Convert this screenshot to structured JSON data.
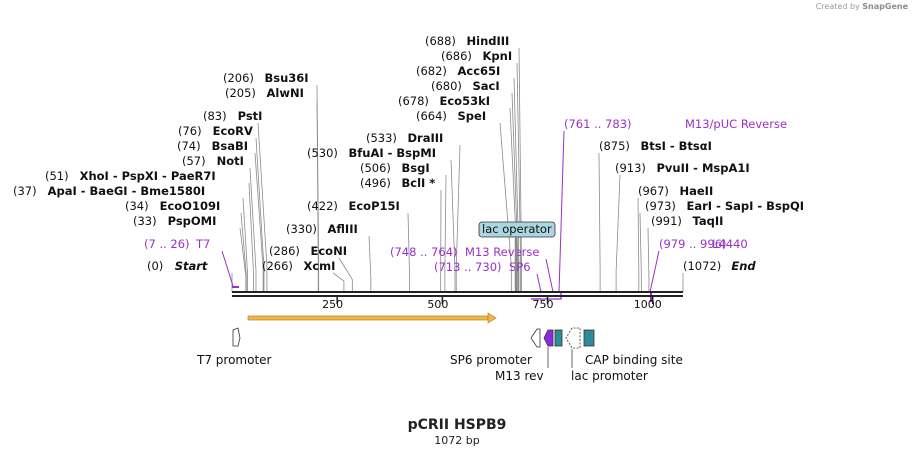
{
  "credit": {
    "text": "Created by",
    "brand": "SnapGene"
  },
  "plasmid": {
    "name": "pCRII HSPB9",
    "length_label": "1072 bp",
    "length_bp": 1072
  },
  "ruler": {
    "ticks": [
      "250",
      "500",
      "750",
      "1000"
    ]
  },
  "sites": [
    {
      "pos": "(688)",
      "name": "HindIII",
      "bp": 688
    },
    {
      "pos": "(686)",
      "name": "KpnI",
      "bp": 686
    },
    {
      "pos": "(682)",
      "name": "Acc65I",
      "bp": 682
    },
    {
      "pos": "(680)",
      "name": "SacI",
      "bp": 680
    },
    {
      "pos": "(678)",
      "name": "Eco53kI",
      "bp": 678
    },
    {
      "pos": "(664)",
      "name": "SpeI",
      "bp": 664
    },
    {
      "pos": "(206)",
      "name": "Bsu36I",
      "bp": 206
    },
    {
      "pos": "(205)",
      "name": "AlwNI",
      "bp": 205
    },
    {
      "pos": "(83)",
      "name": "PstI",
      "bp": 83
    },
    {
      "pos": "(76)",
      "name": "EcoRV",
      "bp": 76
    },
    {
      "pos": "(74)",
      "name": "BsaBI",
      "bp": 74
    },
    {
      "pos": "(57)",
      "name": "NotI",
      "bp": 57
    },
    {
      "pos": "(51)",
      "name": "XhoI - PspXI - PaeR7I",
      "bp": 51
    },
    {
      "pos": "(37)",
      "name": "ApaI - BaeGI - Bme1580I",
      "bp": 37
    },
    {
      "pos": "(34)",
      "name": "EcoO109I",
      "bp": 34
    },
    {
      "pos": "(33)",
      "name": "PspOMI",
      "bp": 33
    },
    {
      "pos": "(533)",
      "name": "DraIII",
      "bp": 533
    },
    {
      "pos": "(530)",
      "name": "BfuAI - BspMI",
      "bp": 530
    },
    {
      "pos": "(506)",
      "name": "BsgI",
      "bp": 506
    },
    {
      "pos": "(496)",
      "name": "BclI *",
      "bp": 496
    },
    {
      "pos": "(422)",
      "name": "EcoP15I",
      "bp": 422
    },
    {
      "pos": "(330)",
      "name": "AflIII",
      "bp": 330
    },
    {
      "pos": "(286)",
      "name": "EcoNI",
      "bp": 286
    },
    {
      "pos": "(266)",
      "name": "XcmI",
      "bp": 266
    },
    {
      "pos": "(0)",
      "name": "Start",
      "bp": 0
    },
    {
      "pos": "(875)",
      "name": "BtsI - BtsαI",
      "bp": 875
    },
    {
      "pos": "(913)",
      "name": "PvuII - MspA1I",
      "bp": 913
    },
    {
      "pos": "(967)",
      "name": "HaeII",
      "bp": 967
    },
    {
      "pos": "(973)",
      "name": "EarI - SapI - BspQI",
      "bp": 973
    },
    {
      "pos": "(991)",
      "name": "TaqII",
      "bp": 991
    },
    {
      "pos": "(1072)",
      "name": "End",
      "bp": 1072
    }
  ],
  "primers": [
    {
      "name": "T7",
      "range": "(7 .. 26)"
    },
    {
      "name": "M13/pUC Reverse",
      "range": "(761 .. 783)"
    },
    {
      "name": "M13 Reverse",
      "range": "(748 .. 764)"
    },
    {
      "name": "SP6",
      "range": "(713 .. 730)"
    },
    {
      "name": "L4440",
      "range": "(979 .. 996)"
    }
  ],
  "features": [
    {
      "name": "T7 promoter"
    },
    {
      "name": "SP6 promoter"
    },
    {
      "name": "M13 rev"
    },
    {
      "name": "lac promoter"
    },
    {
      "name": "CAP binding site"
    },
    {
      "name": "lac operator"
    }
  ],
  "colors": {
    "primer": "#9b30c8",
    "line": "#8a8a8a",
    "orf_fill": "#f0b64a",
    "m13_fill": "#8a2be2",
    "cap_fill": "#2e8b9a",
    "lac_operator_fill": "#a9d6e0"
  }
}
